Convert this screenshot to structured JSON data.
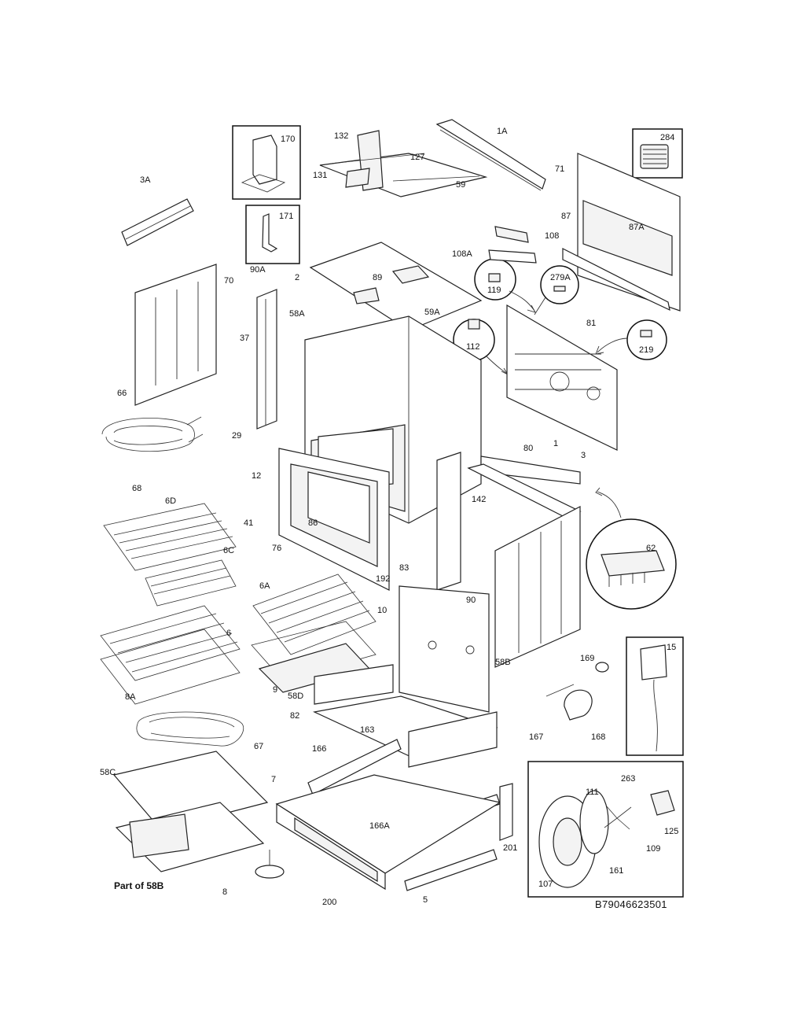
{
  "diagram": {
    "drawing_code": "B79046623501",
    "footnote": "Part of 58B",
    "callout_labels": [
      "170",
      "171",
      "284",
      "119",
      "279A",
      "112",
      "219",
      "62",
      "15"
    ],
    "part_labels": [
      "132",
      "1A",
      "131",
      "127",
      "3A",
      "59",
      "108",
      "71",
      "87",
      "87A",
      "108A",
      "90A",
      "70",
      "2",
      "89",
      "59A",
      "58A",
      "81",
      "37",
      "66",
      "80",
      "1",
      "29",
      "12",
      "68",
      "3",
      "142",
      "41",
      "86",
      "76",
      "6D",
      "6C",
      "83",
      "6A",
      "192",
      "10",
      "90",
      "6",
      "9",
      "58D",
      "58B",
      "169",
      "168",
      "167",
      "8A",
      "82",
      "163",
      "67",
      "166",
      "58C",
      "7",
      "201",
      "111",
      "263",
      "125",
      "166A",
      "109",
      "161",
      "107",
      "200",
      "8",
      "5"
    ]
  }
}
